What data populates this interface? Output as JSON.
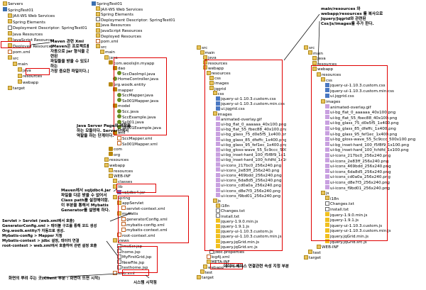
{
  "left_panel": {
    "items": [
      {
        "label": "Servers",
        "icon": "folder"
      },
      {
        "label": "SpringTest01",
        "icon": "project"
      },
      {
        "label": "JAX-WS Web Services",
        "icon": "folder"
      },
      {
        "label": "Spring Elements",
        "icon": "folder"
      },
      {
        "label": "Deployment Descriptor: SpringTest01",
        "icon": "file"
      },
      {
        "label": "Java Resources",
        "icon": "folder"
      },
      {
        "label": "JavaScript Resources",
        "icon": "folder"
      },
      {
        "label": "Deployed Resources",
        "icon": "folder"
      },
      {
        "label": "pom.xml",
        "icon": "xml"
      },
      {
        "label": "src",
        "icon": "folder"
      },
      {
        "label": "main",
        "icon": "folder"
      },
      {
        "label": "java",
        "icon": "folder"
      },
      {
        "label": "resources",
        "icon": "folder"
      },
      {
        "label": "webapp",
        "icon": "folder"
      },
      {
        "label": "target",
        "icon": "folder"
      }
    ],
    "annotation": "Maven 관련 Xml\n(Maven은 프로젝트를\n자동으로 jar 형식을 관련된\n파일들을 받을 수 있도록 하는\n가장 중요한 파일이다.)"
  },
  "middle_panel": {
    "items": [
      {
        "label": "SpringTest01",
        "icon": "project"
      },
      {
        "label": "JAX-WS Web Services",
        "icon": "folder"
      },
      {
        "label": "Spring Elements",
        "icon": "folder"
      },
      {
        "label": "Deployment Descriptor: SpringTest01",
        "icon": "file"
      },
      {
        "label": "Java Resources",
        "icon": "folder"
      },
      {
        "label": "JavaScript Resources",
        "icon": "folder"
      },
      {
        "label": "Deployed Resources",
        "icon": "folder"
      },
      {
        "label": "pom.xml",
        "icon": "xml"
      },
      {
        "label": "src",
        "icon": "folder"
      },
      {
        "label": "main",
        "icon": "folder"
      },
      {
        "label": "java",
        "icon": "folder"
      },
      {
        "label": "com.woolsjin.myapp",
        "icon": "pkg"
      },
      {
        "label": "dao",
        "icon": "pkg"
      },
      {
        "label": "SccDaoImpl.java",
        "icon": "java"
      },
      {
        "label": "HomeController.java",
        "icon": "java"
      },
      {
        "label": "org.woolk.entity",
        "icon": "pkg"
      },
      {
        "label": "mapper",
        "icon": "pkg"
      },
      {
        "label": "SccMapper.java",
        "icon": "java"
      },
      {
        "label": "Ss001Mapper.java",
        "icon": "java"
      },
      {
        "label": "model",
        "icon": "pkg"
      },
      {
        "label": "Scc.java",
        "icon": "java"
      },
      {
        "label": "SccExample.java",
        "icon": "java"
      },
      {
        "label": "Ss001.java",
        "icon": "java"
      },
      {
        "label": "Ss001Example.java",
        "icon": "java"
      },
      {
        "label": "xml",
        "icon": "pkg"
      },
      {
        "label": "SccMapper.xml",
        "icon": "xml"
      },
      {
        "label": "Ss001Mapper.xml",
        "icon": "xml"
      },
      {
        "label": "com",
        "icon": "pkg"
      },
      {
        "label": "org",
        "icon": "pkg"
      },
      {
        "label": "resources",
        "icon": "folder"
      },
      {
        "label": "webapp",
        "icon": "folder"
      },
      {
        "label": "resources",
        "icon": "folder"
      },
      {
        "label": "WEB-INF",
        "icon": "folder"
      },
      {
        "label": "classes",
        "icon": "folder"
      },
      {
        "label": "lib",
        "icon": "folder"
      },
      {
        "label": "sqljdbc4.jar",
        "icon": "lib"
      },
      {
        "label": "spring",
        "icon": "folder"
      },
      {
        "label": "appServlet",
        "icon": "folder"
      },
      {
        "label": "servlet-context.xml",
        "icon": "xml"
      },
      {
        "label": "mybatis",
        "icon": "folder"
      },
      {
        "label": "generatorConfig.xml",
        "icon": "xml"
      },
      {
        "label": "mybatis-config.xml",
        "icon": "xml"
      },
      {
        "label": "mybatis-context.xml",
        "icon": "xml"
      },
      {
        "label": "root-context.xml",
        "icon": "xml"
      },
      {
        "label": "views",
        "icon": "folder"
      },
      {
        "label": "lmsScr.jsp",
        "icon": "file"
      },
      {
        "label": "home.jsp",
        "icon": "file"
      },
      {
        "label": "MyFirstGrid.jsp",
        "icon": "file"
      },
      {
        "label": "NewFile.jsp",
        "icon": "file"
      },
      {
        "label": "testhome.jsp",
        "icon": "file"
      },
      {
        "label": "web.xml",
        "icon": "xml"
      }
    ],
    "annotation_java": "Java Server Page의 역할을\n하는 모듈이다. Server단에서\n역할을 하는 단계이다.",
    "annotation_lib": "Maven에서 sqljdbc4.jar\n파일을 다운 받을 수 없어서\nClass path를 설정해야함.\n이 부분을 통해서 Mybatis\nGenerator를 설명해 하다.",
    "annotation_flow": "Servlet > Servlet (web.xml에서 호출)\nGeneratorConfig.xml > 테이블 구조를 통해 코드 생성\nOrg.woolk.entity가 자동으로 생성.\nMybatis-config > Mapper 지정\nMybatis-context > jdbc 설정, 데이터 연결\nroot-context > web.xml에서 호출하여 관련 설정 호출",
    "annotation_bottom_left": "화면의 뿌려 주는 곳(Client 부분 : 화면이 뜨면 시작)",
    "annotation_bottom_mid": "시스템 시작점"
  },
  "right_mid_panel": {
    "items": [
      {
        "label": "src",
        "icon": "folder"
      },
      {
        "label": "main",
        "icon": "folder"
      },
      {
        "label": "java",
        "icon": "folder"
      },
      {
        "label": "resources",
        "icon": "folder"
      },
      {
        "label": "webapp",
        "icon": "folder"
      },
      {
        "label": "resources",
        "icon": "folder"
      },
      {
        "label": "css",
        "icon": "folder"
      },
      {
        "label": "images",
        "icon": "folder"
      },
      {
        "label": "jqgrid",
        "icon": "folder"
      },
      {
        "label": "css",
        "icon": "folder"
      },
      {
        "label": "jquery-ui-1.10.3.custom.css",
        "icon": "css"
      },
      {
        "label": "jquery-ui-1.10.3.custom.min.css",
        "icon": "css"
      },
      {
        "label": "ui.jqgrid.css",
        "icon": "css"
      },
      {
        "label": "images",
        "icon": "folder"
      },
      {
        "label": "animated-overlay.gif",
        "icon": "img"
      },
      {
        "label": "ui-bg_flat_0_aaaaaa_40x100.png",
        "icon": "img"
      },
      {
        "label": "ui-bg_flat_55_fbec88_40x100.png",
        "icon": "img"
      },
      {
        "label": "ui-bg_glass_75_d0e5f5_1x400.png",
        "icon": "img"
      },
      {
        "label": "ui-bg_glass_85_dfeffc_1x400.png",
        "icon": "img"
      },
      {
        "label": "ui-bg_glass_95_fef1ec_1x400.png",
        "icon": "img"
      },
      {
        "label": "ui-bg_gloss-wave_55_5c9ccc_500x100.png",
        "icon": "img"
      },
      {
        "label": "ui-bg_inset-hard_100_f5f8f9_1x100.png",
        "icon": "img"
      },
      {
        "label": "ui-bg_inset-hard_100_fcfdfd_1x100.png",
        "icon": "img"
      },
      {
        "label": "ui-icons_217bc0_256x240.png",
        "icon": "img"
      },
      {
        "label": "ui-icons_2e83ff_256x240.png",
        "icon": "img"
      },
      {
        "label": "ui-icons_469bdd_256x240.png",
        "icon": "img"
      },
      {
        "label": "ui-icons_6da8d5_256x240.png",
        "icon": "img"
      },
      {
        "label": "ui-icons_cd0a0a_256x240.png",
        "icon": "img"
      },
      {
        "label": "ui-icons_d8e7f3_256x240.png",
        "icon": "img"
      },
      {
        "label": "ui-icons_f9bd01_256x240.png",
        "icon": "img"
      },
      {
        "label": "js",
        "icon": "folder"
      },
      {
        "label": "i18n",
        "icon": "folder"
      },
      {
        "label": "Changes.txt",
        "icon": "file"
      },
      {
        "label": "install.txt",
        "icon": "file"
      },
      {
        "label": "jquery-1.9.0.min.js",
        "icon": "js"
      },
      {
        "label": "jquery-1.9.1.js",
        "icon": "js"
      },
      {
        "label": "jquery-ui-1.10.3.custom.js",
        "icon": "js"
      },
      {
        "label": "jquery-ui-1.10.3.custom.min.js",
        "icon": "js"
      },
      {
        "label": "jquery.jqGrid.min.js",
        "icon": "js"
      },
      {
        "label": "jquery.jqGrid.src.js",
        "icon": "js"
      },
      {
        "label": "jdbc.properties",
        "icon": "file"
      },
      {
        "label": "log4j.xml",
        "icon": "xml"
      },
      {
        "label": "META-INF",
        "icon": "folder"
      },
      {
        "label": "webapp",
        "icon": "folder"
      },
      {
        "label": "test",
        "icon": "folder"
      },
      {
        "label": "target",
        "icon": "folder"
      }
    ],
    "annotation_jdbc": "데이터 베이스 연결관련 속성 지정 부분"
  },
  "right_panel": {
    "items": [
      {
        "label": "src",
        "icon": "folder"
      },
      {
        "label": "main",
        "icon": "folder"
      },
      {
        "label": "java",
        "icon": "folder"
      },
      {
        "label": "resources",
        "icon": "folder"
      },
      {
        "label": "webapp",
        "icon": "folder"
      },
      {
        "label": "resources",
        "icon": "folder"
      },
      {
        "label": "css",
        "icon": "folder"
      },
      {
        "label": "jquery-ui-1.10.3.custom.css",
        "icon": "css"
      },
      {
        "label": "jquery-ui-1.10.3.custom.min.css",
        "icon": "css"
      },
      {
        "label": "ui.jqgrid.css",
        "icon": "css"
      },
      {
        "label": "images",
        "icon": "folder"
      },
      {
        "label": "animated-overlay.gif",
        "icon": "img"
      },
      {
        "label": "ui-bg_flat_0_aaaaaa_40x100.png",
        "icon": "img"
      },
      {
        "label": "ui-bg_flat_55_fbec88_40x100.png",
        "icon": "img"
      },
      {
        "label": "ui-bg_glass_75_d0e5f5_1x400.png",
        "icon": "img"
      },
      {
        "label": "ui-bg_glass_85_dfeffc_1x400.png",
        "icon": "img"
      },
      {
        "label": "ui-bg_glass_95_fef1ec_1x400.png",
        "icon": "img"
      },
      {
        "label": "ui-bg_gloss-wave_55_5c9ccc_500x100.png",
        "icon": "img"
      },
      {
        "label": "ui-bg_inset-hard_100_f5f8f9_1x100.png",
        "icon": "img"
      },
      {
        "label": "ui-bg_inset-hard_100_fcfdfd_1x100.png",
        "icon": "img"
      },
      {
        "label": "ui-icons_217bc0_256x240.png",
        "icon": "img"
      },
      {
        "label": "ui-icons_2e83ff_256x240.png",
        "icon": "img"
      },
      {
        "label": "ui-icons_469bdd_256x240.png",
        "icon": "img"
      },
      {
        "label": "ui-icons_6da8d5_256x240.png",
        "icon": "img"
      },
      {
        "label": "ui-icons_cd0a0a_256x240.png",
        "icon": "img"
      },
      {
        "label": "ui-icons_d8e7f3_256x240.png",
        "icon": "img"
      },
      {
        "label": "ui-icons_f9bd01_256x240.png",
        "icon": "img"
      },
      {
        "label": "js",
        "icon": "folder"
      },
      {
        "label": "i18n",
        "icon": "folder"
      },
      {
        "label": "Changes.txt",
        "icon": "file"
      },
      {
        "label": "install.txt",
        "icon": "file"
      },
      {
        "label": "jquery-1.9.0.min.js",
        "icon": "js"
      },
      {
        "label": "jquery-1.9.1.js",
        "icon": "js"
      },
      {
        "label": "jquery-ui-1.10.3.custom.js",
        "icon": "js"
      },
      {
        "label": "jquery-ui-1.10.3.custom.min.js",
        "icon": "js"
      },
      {
        "label": "jquery.jqGrid.min.js",
        "icon": "js"
      },
      {
        "label": "jquery.jqGrid.src.js",
        "icon": "js"
      },
      {
        "label": "WEB-INF",
        "icon": "folder"
      },
      {
        "label": "test",
        "icon": "folder"
      },
      {
        "label": "target",
        "icon": "folder"
      }
    ],
    "annotation_top": "main/resources 와\nwebapp/resources 를 복사으로\nJquery/Jqgrid와 관련된\nCss/js/images를 추가 한다."
  },
  "colors": {
    "highlight": "#e00000",
    "folder": "#e8c35a",
    "package": "#b8860b",
    "java": "#6b8e23"
  }
}
